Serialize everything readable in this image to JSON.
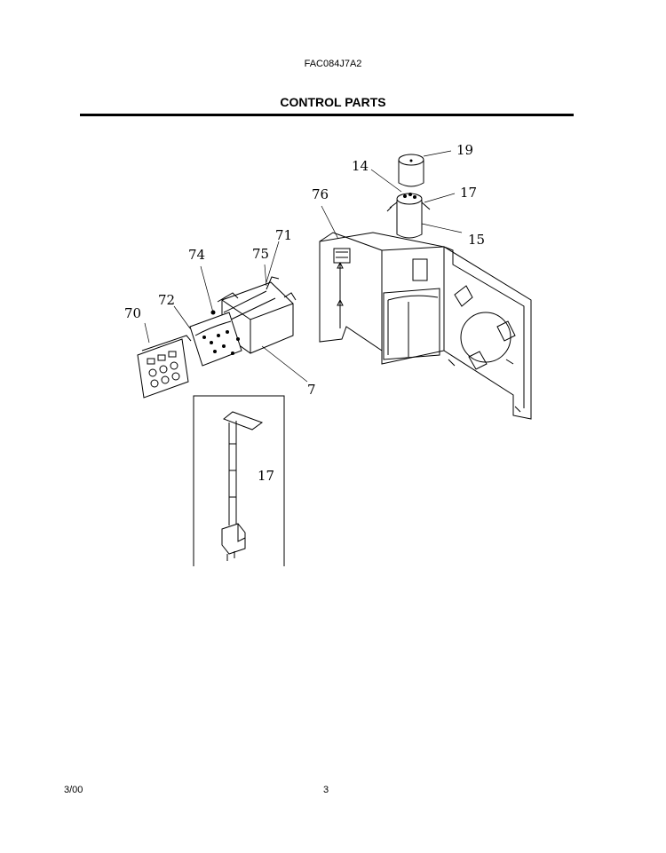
{
  "header": {
    "model_number": "FAC084J7A2",
    "section_title": "CONTROL PARTS"
  },
  "footer": {
    "date": "3/00",
    "page_number": "3"
  },
  "callouts": {
    "c19": "19",
    "c14": "14",
    "c17_top": "17",
    "c15": "15",
    "c76": "76",
    "c71": "71",
    "c74": "74",
    "c75": "75",
    "c72": "72",
    "c70": "70",
    "c7": "7",
    "c17_cord": "17"
  }
}
